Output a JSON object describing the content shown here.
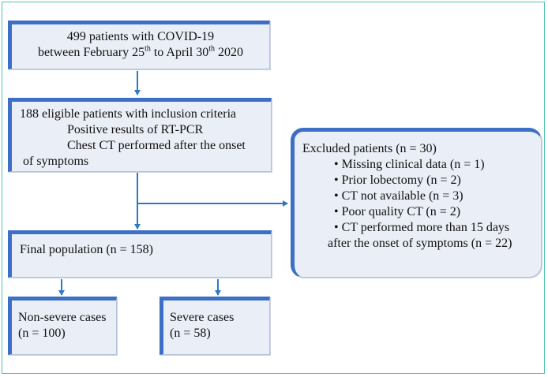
{
  "colors": {
    "box_border": "#3d6fc4",
    "box_fill": "#eaeef6",
    "arrow": "#2d79c7",
    "frame": "#4fc3b0"
  },
  "box1": {
    "line1": "499 patients with COVID-19",
    "line2_pre": "between February 25",
    "line2_sup1": "th",
    "line2_mid": " to April 30",
    "line2_sup2": "th",
    "line2_post": " 2020"
  },
  "box2": {
    "title": "188 eligible patients with inclusion criteria",
    "criteria": [
      "Positive results of RT-PCR",
      "Chest CT performed after the onset",
      "of  symptoms"
    ]
  },
  "excluded": {
    "title": "Excluded patients (n = 30)",
    "items": [
      "• Missing clinical data (n = 1)",
      "• Prior lobectomy (n = 2)",
      "• CT not available (n = 3)",
      "• Poor quality CT (n = 2)",
      "• CT performed more than 15 days",
      "after the onset of symptoms (n = 22)"
    ]
  },
  "final": {
    "label": "Final population (n = 158)"
  },
  "nonsevere": {
    "line1": "Non-severe cases",
    "line2": "(n = 100)"
  },
  "severe": {
    "line1": "Severe cases",
    "line2": "(n = 58)"
  }
}
